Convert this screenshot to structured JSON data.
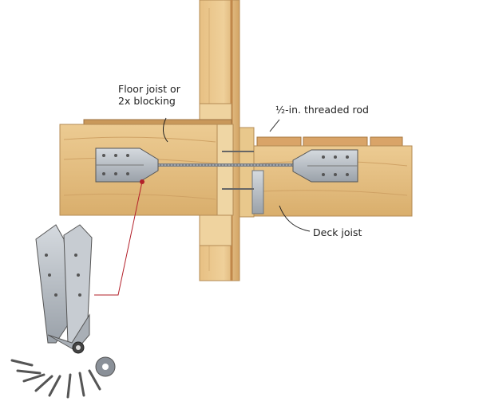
{
  "labels": {
    "floor_joist_line1": "Floor joist or",
    "floor_joist_line2": "2x blocking",
    "threaded_rod": "½-in. threaded rod",
    "deck_joist": "Deck joist"
  },
  "colors": {
    "wood": "#e8c48a",
    "wood_dark": "#c99a5a",
    "metal": "#b9bfc6",
    "leader_red": "#b3202a"
  }
}
